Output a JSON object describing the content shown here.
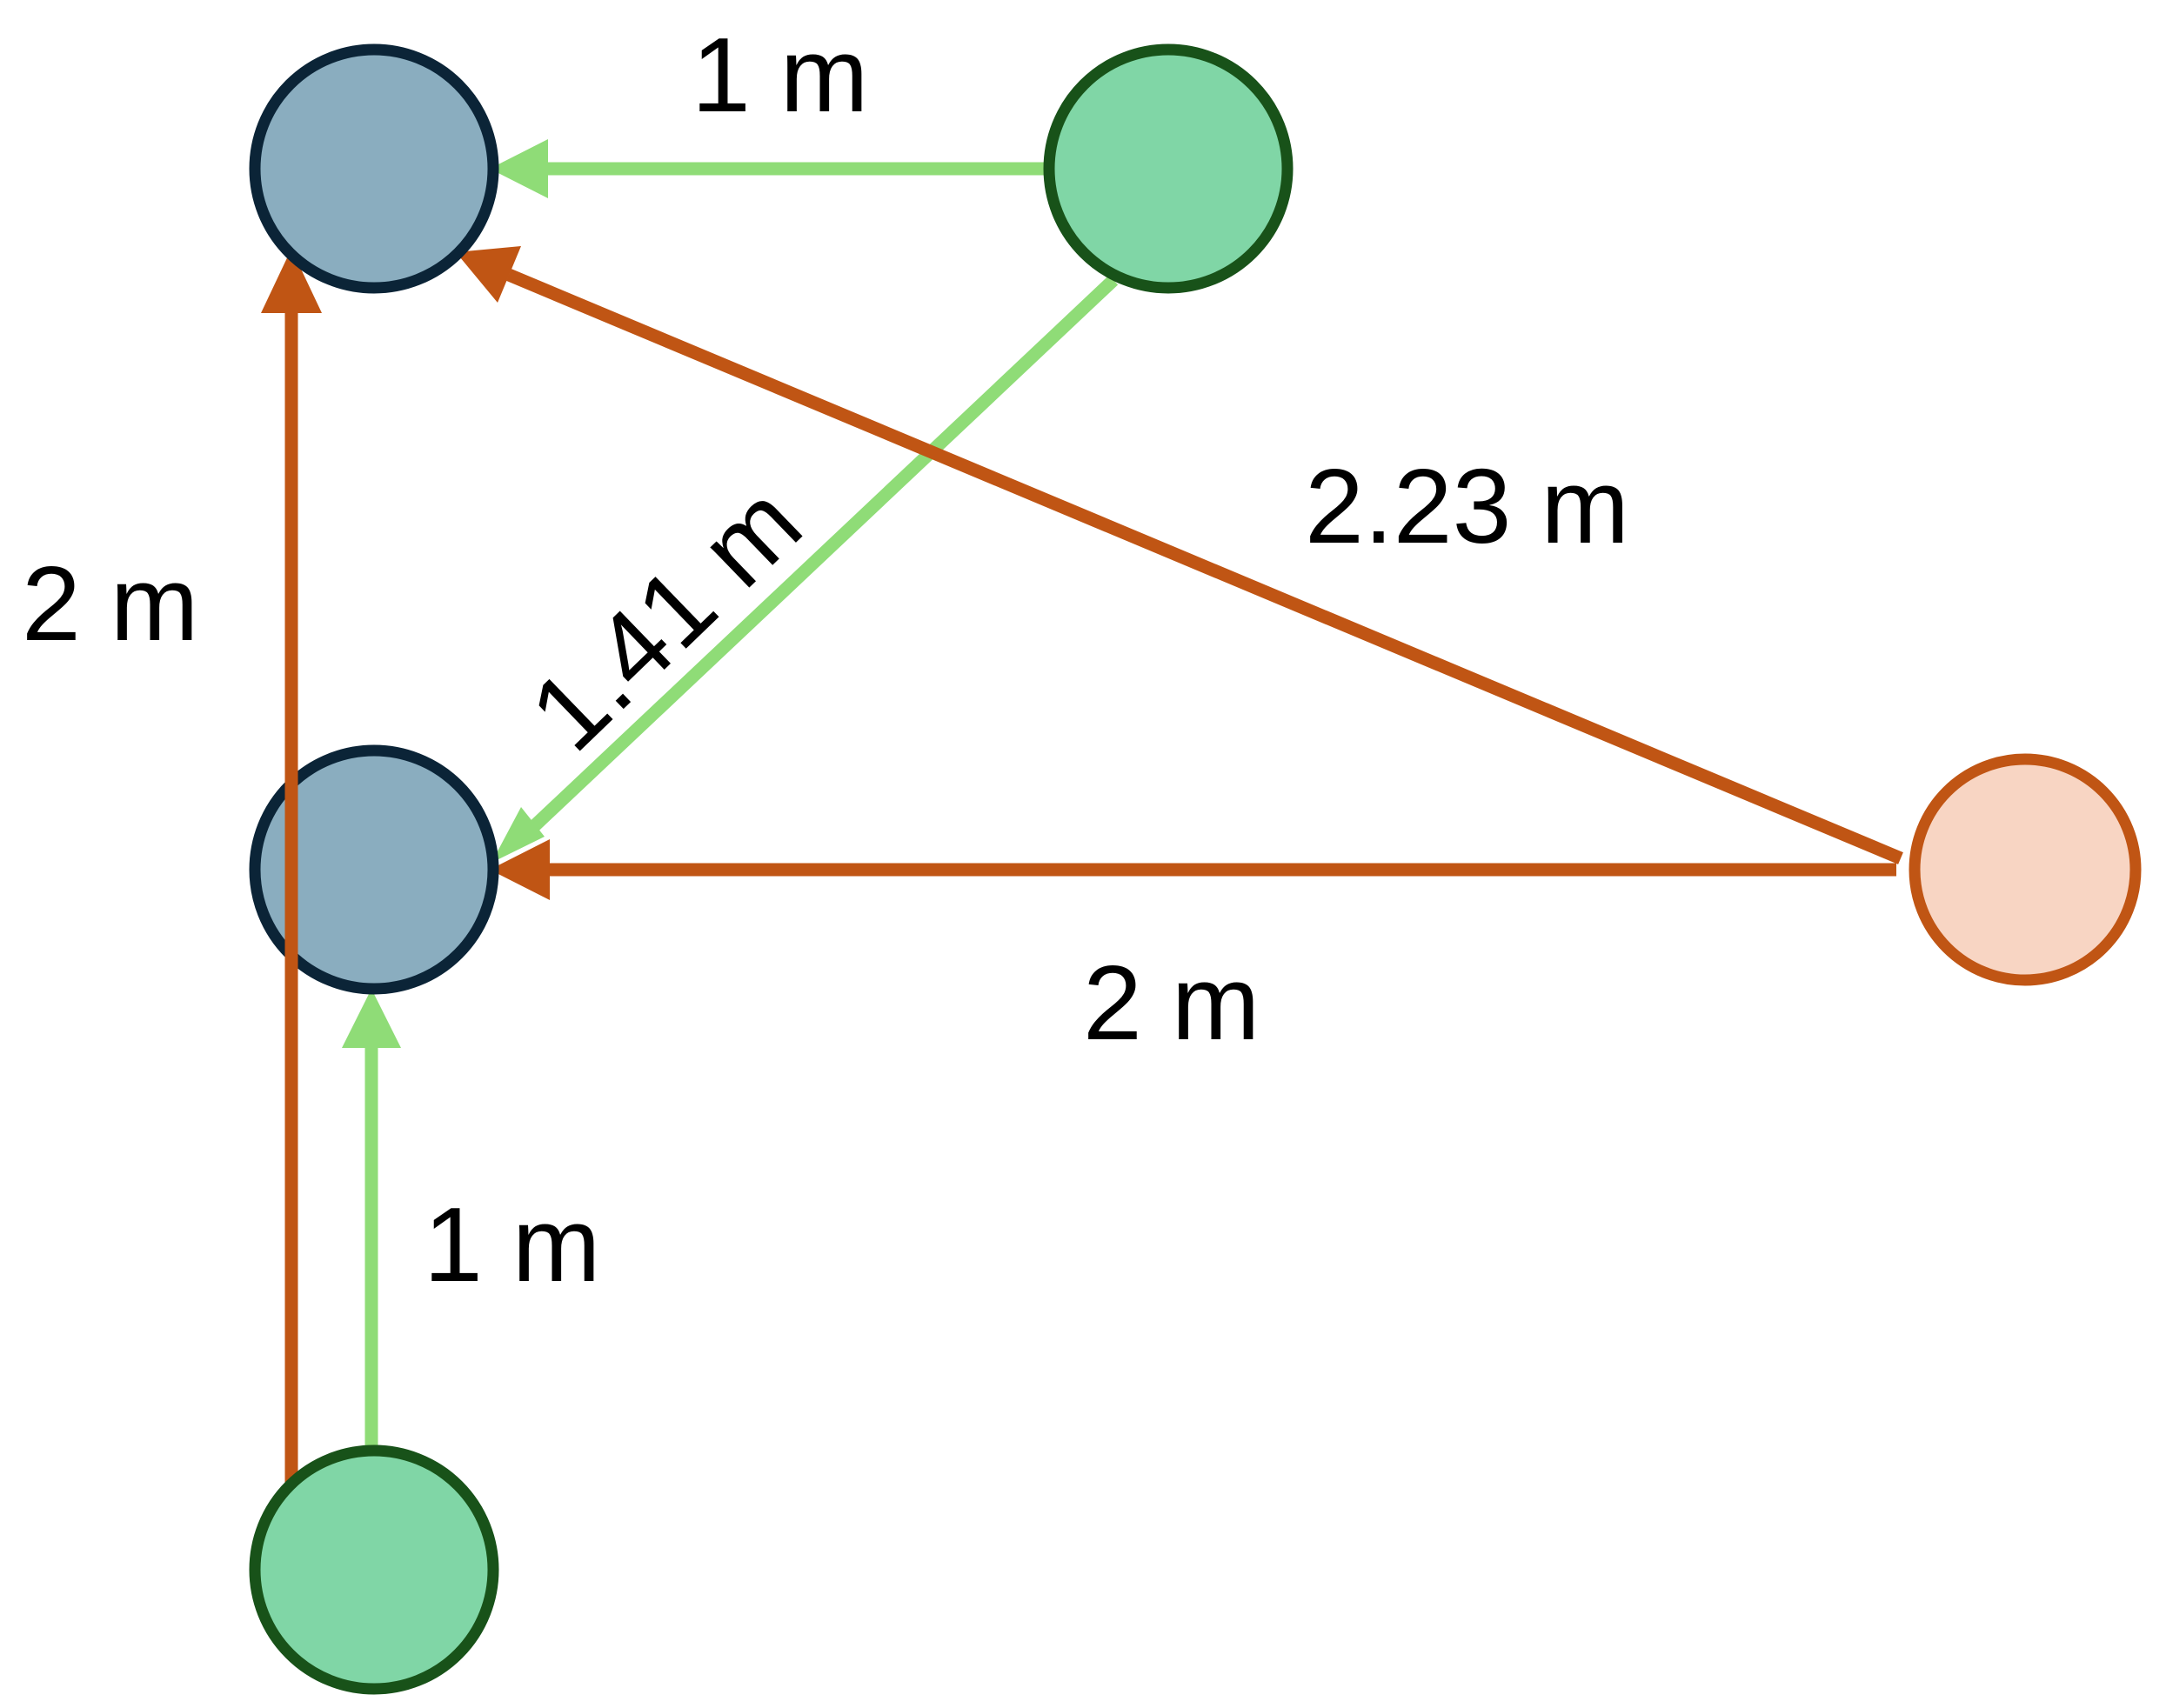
{
  "labels": {
    "top_green_edge": "1 m",
    "left_orange_edge": "2 m",
    "diagonal_green_edge": "1.41 m",
    "diagonal_orange_edge": "2.23 m",
    "horizontal_orange_edge": "2 m",
    "bottom_green_edge": "1 m"
  },
  "colors": {
    "green_edge": "#8fdc77",
    "orange_edge": "#c05514",
    "blue_node_fill": "#8aadbf",
    "blue_node_stroke": "#0b2437",
    "green_node_fill": "#80d6a6",
    "green_node_stroke": "#185219",
    "peach_node_fill": "#f8d5c3",
    "peach_node_stroke": "#c05514"
  }
}
